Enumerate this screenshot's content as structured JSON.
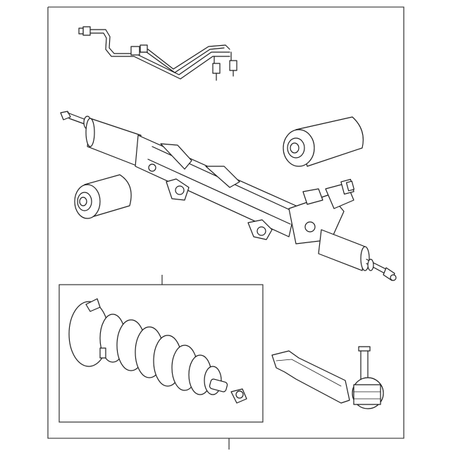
{
  "diagram": {
    "type": "exploded-parts-diagram",
    "line_color": "#1a1a1a",
    "background_color": "#ffffff",
    "parts": [
      {
        "id": "pressure-line-assembly",
        "icon": "hydraulic-lines-icon"
      },
      {
        "id": "steering-gear-rack",
        "icon": "rack-and-pinion-icon"
      },
      {
        "id": "mounting-bushing-right",
        "icon": "bushing-icon"
      },
      {
        "id": "mounting-bushing-left",
        "icon": "bushing-icon"
      },
      {
        "id": "boot-kit",
        "icon": "bellows-boot-icon"
      },
      {
        "id": "inner-tie-rod",
        "icon": "tie-rod-icon"
      },
      {
        "id": "outer-tie-rod-end",
        "icon": "tie-rod-end-icon"
      }
    ]
  }
}
